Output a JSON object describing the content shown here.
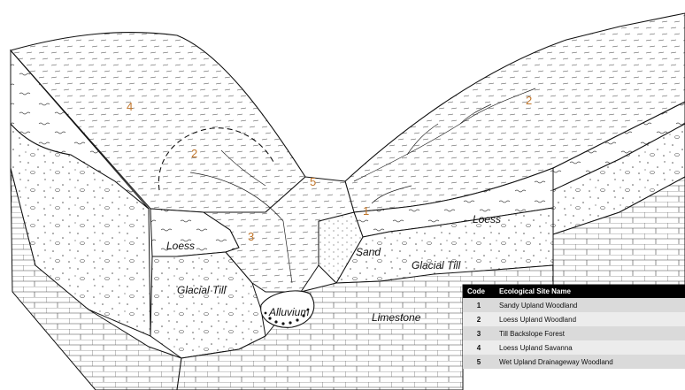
{
  "diagram": {
    "layer_labels": {
      "loess_left": "Loess",
      "loess_right": "Loess",
      "glacial_till_left": "Glacial Till",
      "glacial_till_right": "Glacial Till",
      "sand": "Sand",
      "alluvium": "Alluvium",
      "limestone": "Limestone"
    },
    "site_code_labels": {
      "left_upland": "4",
      "left_inner": "2",
      "backslope": "3",
      "drainageway": "5",
      "sandy": "1",
      "right_upland": "2"
    },
    "code_label_color": "#c0752a"
  },
  "legend": {
    "headers": [
      "Code",
      "Ecological Site Name"
    ],
    "rows": [
      {
        "code": "1",
        "name": "Sandy Upland Woodland"
      },
      {
        "code": "2",
        "name": "Loess Upland Woodland"
      },
      {
        "code": "3",
        "name": "Till Backslope Forest"
      },
      {
        "code": "4",
        "name": "Loess Upland Savanna"
      },
      {
        "code": "5",
        "name": "Wet Upland Drainageway Woodland"
      }
    ]
  }
}
